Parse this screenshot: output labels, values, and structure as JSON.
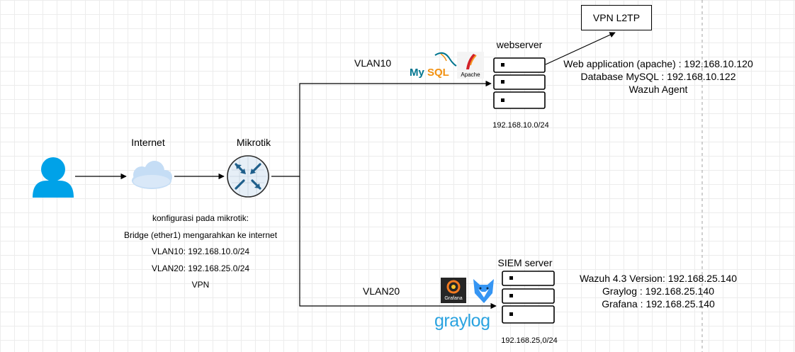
{
  "diagram": {
    "labels": {
      "internet": "Internet",
      "mikrotik": "Mikrotik",
      "vlan10": "VLAN10",
      "vlan20": "VLAN20",
      "webserver": "webserver",
      "webserver_subnet": "192.168.10.0/24",
      "siem_server": "SIEM server",
      "siem_subnet": "192.168.25,0/24",
      "vpn_l2tp": "VPN L2TP"
    },
    "logos": {
      "mysql": "MySQL",
      "apache": "Apache",
      "grafana": "Grafana",
      "graylog": "graylog"
    },
    "mikrotik_config": [
      "konfigurasi pada mikrotik:",
      "Bridge (ether1) mengarahkan ke internet",
      "VLAN10: 192.168.10.0/24",
      "VLAN20: 192.168.25.0/24",
      "VPN"
    ],
    "webserver_info": [
      "Web application (apache) : 192.168.10.120",
      "Database MySQL : 192.168.10.122",
      "Wazuh Agent"
    ],
    "siem_info": [
      "Wazuh 4.3 Version: 192.168.25.140",
      "Graylog : 192.168.25.140",
      "Grafana : 192.168.25.140"
    ],
    "colors": {
      "user": "#00A2E8",
      "cloud": "#C5DDF5",
      "router_bg": "#E6EFF7",
      "router_arrow": "#1F5F8B",
      "graylog": "#2AA3E0",
      "mysql_blue": "#00758F",
      "mysql_orange": "#F29111"
    }
  }
}
